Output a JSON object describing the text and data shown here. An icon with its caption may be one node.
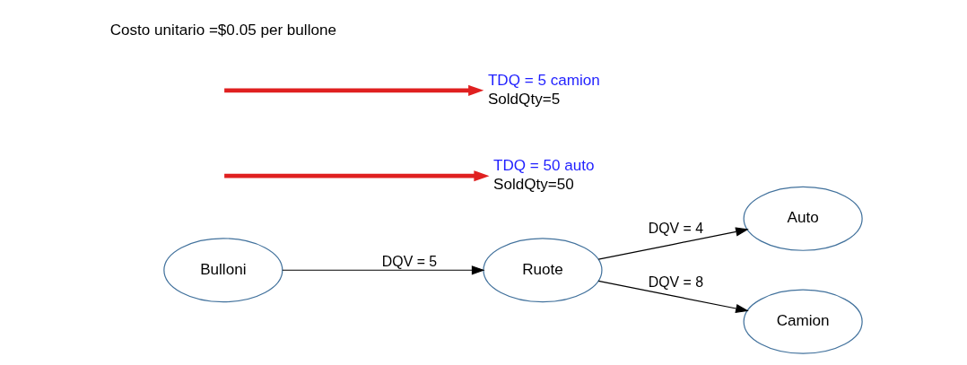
{
  "diagram": {
    "nodes": [
      {
        "text": [
          "Bulloni"
        ]
      },
      {
        "text": [
          "Ruote"
        ]
      },
      {
        "text": [
          "Auto"
        ]
      },
      {
        "text": [
          "Camion"
        ]
      },
      {
        "text": [
          "TDQ = 50 auto",
          "SoldQty=50"
        ]
      },
      {
        "text": [
          "TDQ = 5 camion",
          "SoldQty=5"
        ]
      }
    ],
    "edges": [
      {
        "from": 0,
        "to": 1,
        "arrow": "to",
        "label": "DQV = 5"
      },
      {
        "from": 1,
        "to": 2,
        "arrow": "to",
        "label": "DQV = 4"
      },
      {
        "from": 1,
        "to": 3,
        "arrow": "to",
        "label": "DQV = 8"
      },
      {
        "from": null,
        "to": 4,
        "arrow": "to",
        "style": "thick",
        "color": "#e02020"
      },
      {
        "from": null,
        "to": 5,
        "arrow": "to",
        "style": "thick",
        "color": "#e02020"
      }
    ],
    "labels": [
      "Costo unitario =$0.05 per bullone"
    ]
  }
}
